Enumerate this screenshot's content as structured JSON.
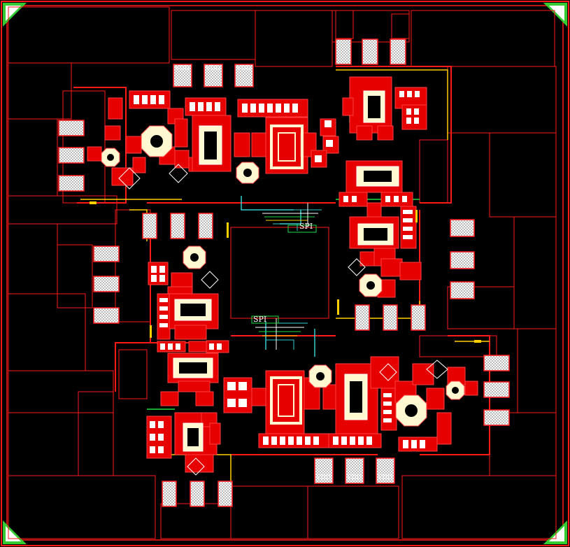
{
  "labels": {
    "spi_top": "SPI",
    "spi_bottom": "SPI",
    "pad_vdd": "VDD"
  },
  "colors": {
    "background": "#000000",
    "metal": "#ff1a1a",
    "block_fill": "#e60000",
    "pad_fill": "#ffffff",
    "inductor_fill": "#fff8d0",
    "trace_yellow": "#ffd000",
    "trace_green": "#22dd44",
    "trace_cyan": "#33cccc",
    "corner_green": "#33cc33",
    "label_text": "#ffffff"
  }
}
